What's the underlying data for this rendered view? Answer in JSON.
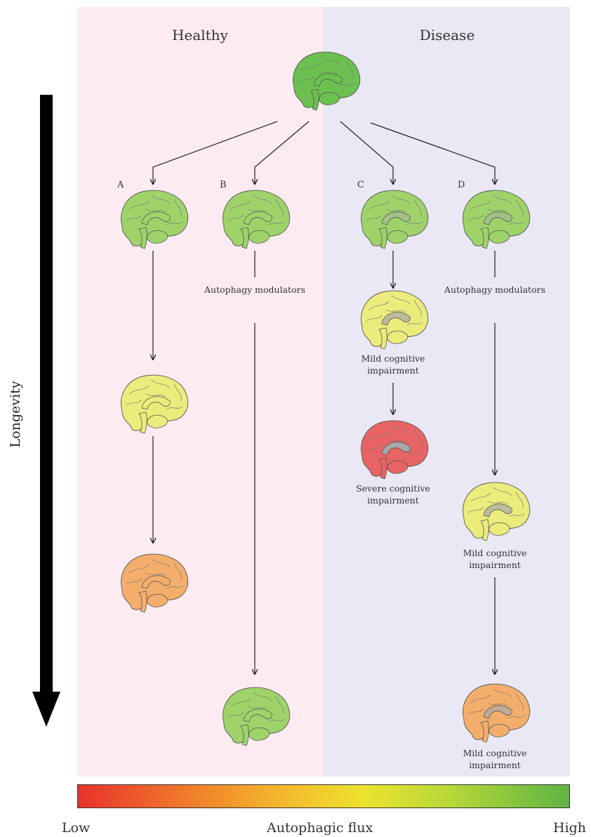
{
  "headings": {
    "healthy": "Healthy",
    "disease": "Disease"
  },
  "columns": [
    {
      "label": "A"
    },
    {
      "label": "B",
      "treatment": "Autophagy modulators"
    },
    {
      "label": "C",
      "stage1": "Mild cognitive impairment",
      "stage2": "Severe cognitive impairment"
    },
    {
      "label": "D",
      "treatment": "Autophagy modulators",
      "stage1": "Mild cognitive impairment",
      "stage2": "Mild cognitive impairment"
    }
  ],
  "longevity_label": "Longevity",
  "flux_scale": {
    "title": "Autophagic flux",
    "low": "Low",
    "high": "High"
  },
  "colors": {
    "healthy_bg": "#fcecf1",
    "disease_bg": "#e9e8f4",
    "brain_top": "#6cc04f",
    "brain_green": "#9fd36a",
    "brain_yellow": "#ecec7c",
    "brain_orange": "#f4ae6c",
    "brain_red": "#e86464",
    "brain_gray": "#a8a8a8"
  }
}
